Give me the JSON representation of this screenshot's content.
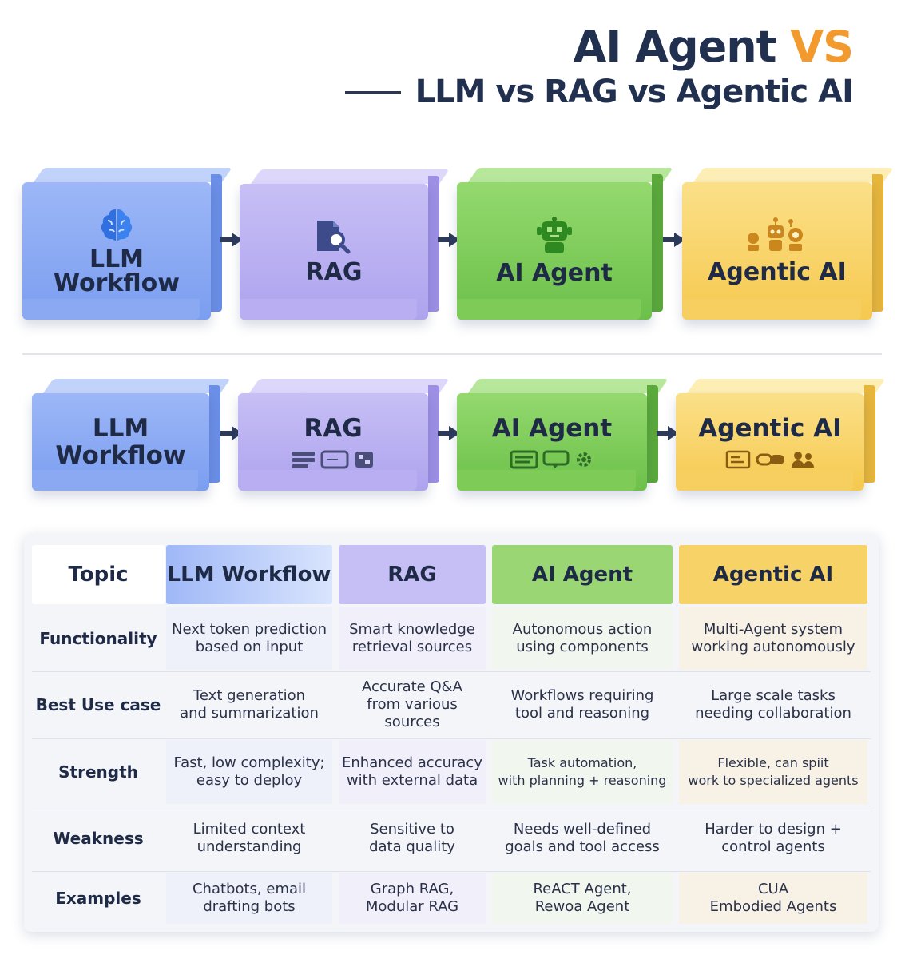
{
  "title": {
    "main": "AI Agent",
    "accent": "VS",
    "subtitle": "LLM vs RAG vs Agentic AI"
  },
  "colors": {
    "accent": "#f29a2e",
    "llm": "#7b9ef0",
    "rag": "#aea3ee",
    "agent": "#6cc04a",
    "agentic": "#f6c94f"
  },
  "row1": [
    {
      "line1": "LLM",
      "line2": "Workflow",
      "icon": "brain-icon"
    },
    {
      "line1": "RAG",
      "line2": "",
      "icon": "document-search-icon"
    },
    {
      "line1": "AI Agent",
      "line2": "",
      "icon": "robot-icon"
    },
    {
      "line1": "Agentic AI",
      "line2": "",
      "icon": "multi-robot-icon"
    }
  ],
  "row2": [
    {
      "line1": "LLM",
      "line2": "Workflow"
    },
    {
      "line1": "RAG",
      "icons": [
        "list-icon",
        "card-icon",
        "database-icon"
      ]
    },
    {
      "line1": "AI Agent",
      "icons": [
        "stack-icon",
        "chat-icon",
        "gear-icon"
      ]
    },
    {
      "line1": "Agentic AI",
      "icons": [
        "document-icon",
        "chain-icon",
        "users-icon"
      ]
    }
  ],
  "table": {
    "headers": [
      "Topic",
      "LLM Workflow",
      "RAG",
      "AI Agent",
      "Agentic AI"
    ],
    "rows": [
      {
        "label": "Functionality",
        "cells": [
          "Next token prediction\nbased on input",
          "Smart knowledge\nretrieval sources",
          "Autonomous action\nusing components",
          "Multi-Agent system\nworking autonomously"
        ]
      },
      {
        "label": "Best Use case",
        "cells": [
          "Text generation\nand summarization",
          "Accurate Q&A\nfrom various sources",
          "Workflows requiring\ntool and reasoning",
          "Large scale tasks\nneeding collaboration"
        ]
      },
      {
        "label": "Strength",
        "cells": [
          "Fast, low complexity;\neasy to deploy",
          "Enhanced accuracy\nwith external data",
          "Task automation,\nwith planning + reasoning",
          "Flexible, can spiit\nwork to specialized agents"
        ]
      },
      {
        "label": "Weakness",
        "cells": [
          "Limited context\nunderstanding",
          "Sensitive to\ndata quality",
          "Needs well-defined\ngoals and tool access",
          "Harder to design +\ncontrol agents"
        ]
      },
      {
        "label": "Examples",
        "cells": [
          "Chatbots, email\ndrafting bots",
          "Graph RAG,\nModular RAG",
          "ReACT Agent,\nRewoa Agent",
          "CUA\nEmbodied Agents"
        ]
      }
    ]
  }
}
